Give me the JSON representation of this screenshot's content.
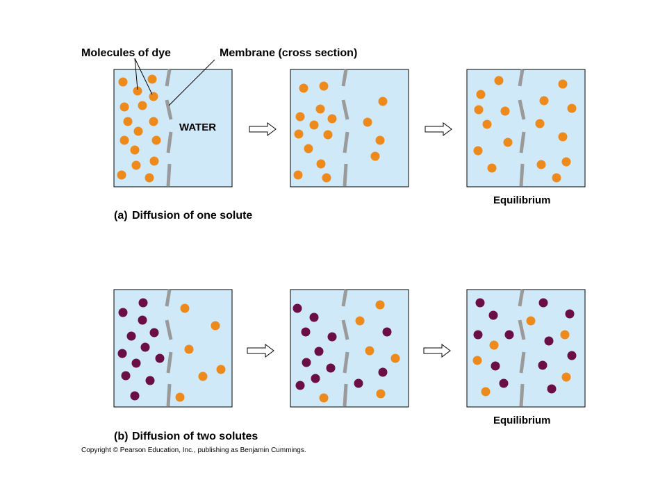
{
  "labels": {
    "molecules_of_dye": "Molecules of dye",
    "membrane": "Membrane (cross section)",
    "water": "WATER",
    "equilibrium_a": "Equilibrium",
    "equilibrium_b": "Equilibrium",
    "caption_a_letter": "(a)",
    "caption_a_text": "Diffusion of one solute",
    "caption_b_letter": "(b)",
    "caption_b_text": "Diffusion of two solutes",
    "copyright": "Copyright © Pearson Education, Inc., publishing as Benjamin Cummings."
  },
  "colors": {
    "water": "#cfe9f8",
    "orange_dye": "#ee8a1c",
    "purple_dye": "#6b0d47",
    "membrane": "#9a9a9a",
    "border": "#000000"
  }
}
